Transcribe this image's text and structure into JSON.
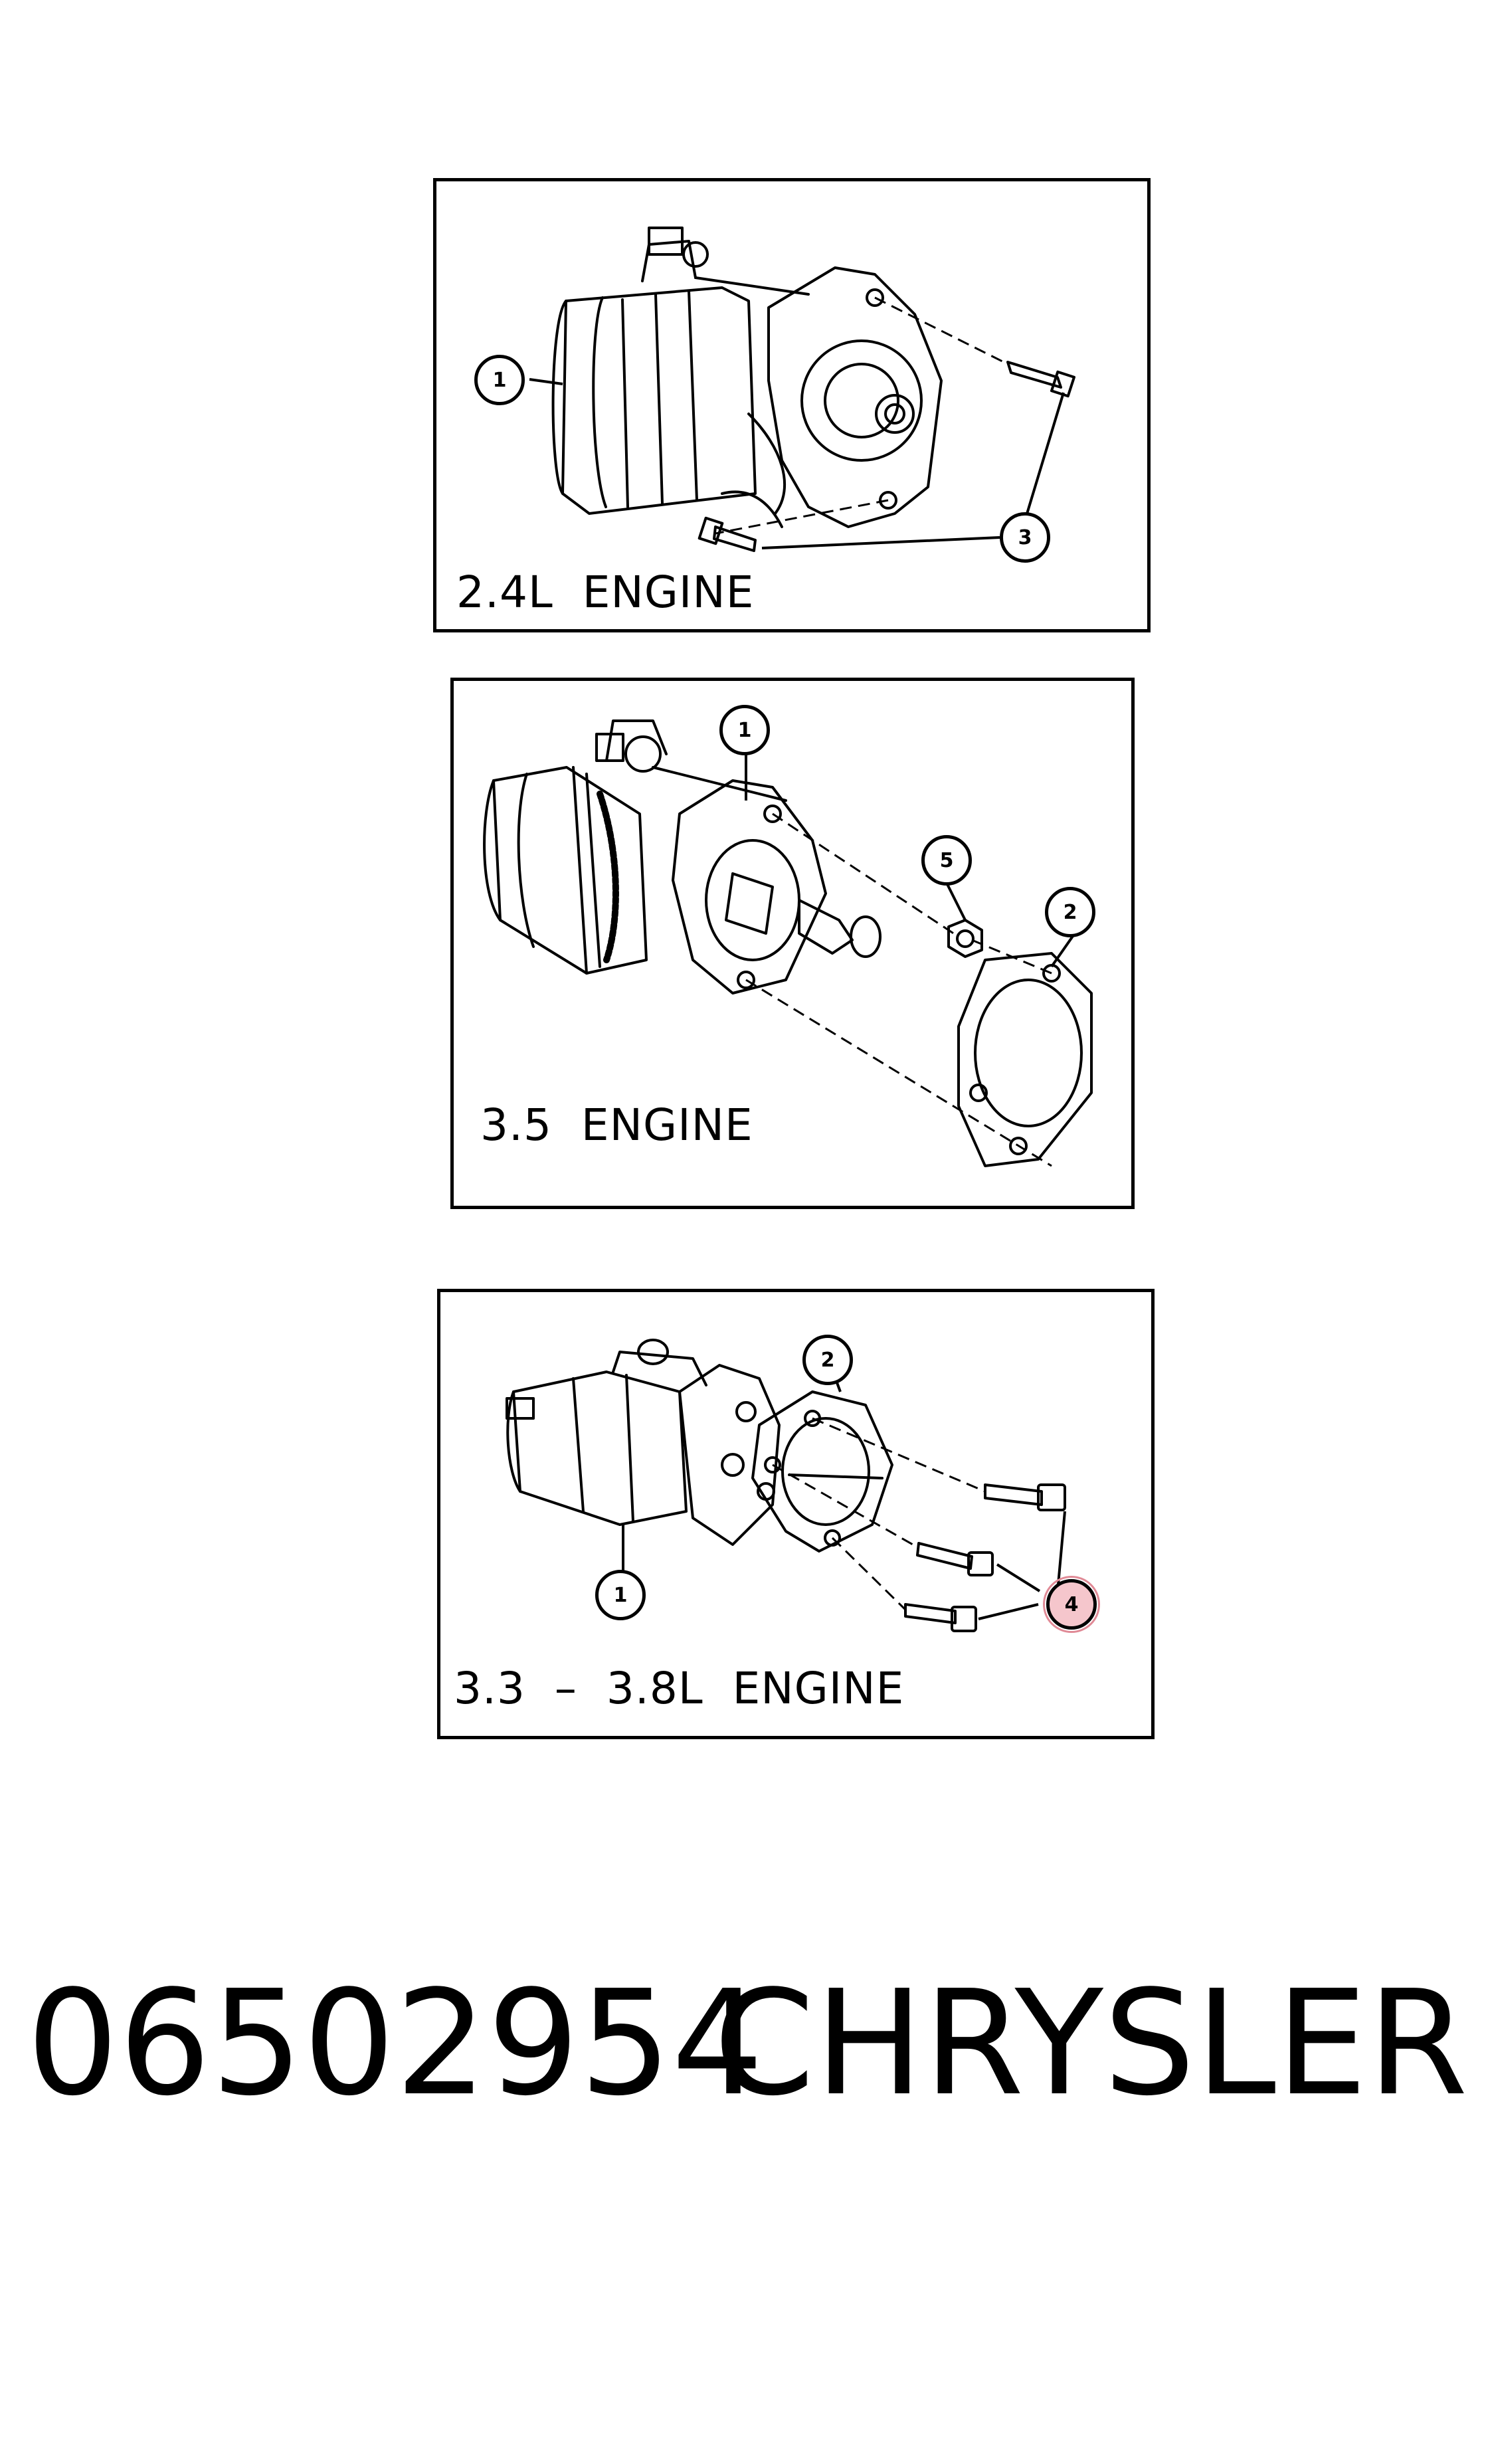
{
  "panels": [
    {
      "engine_label": "2.4L  ENGINE",
      "callouts": [
        "1",
        "3"
      ]
    },
    {
      "engine_label": "3.5  ENGINE",
      "callouts": [
        "1",
        "5",
        "2"
      ]
    },
    {
      "engine_label": "3.3  –  3.8L  ENGINE",
      "callouts": [
        "2",
        "1",
        "4"
      ]
    }
  ],
  "footer": {
    "part_number": "06502954",
    "brand": "CHRYSLER"
  },
  "colors": {
    "line": "#000000",
    "highlight": "#f5c6cc"
  }
}
